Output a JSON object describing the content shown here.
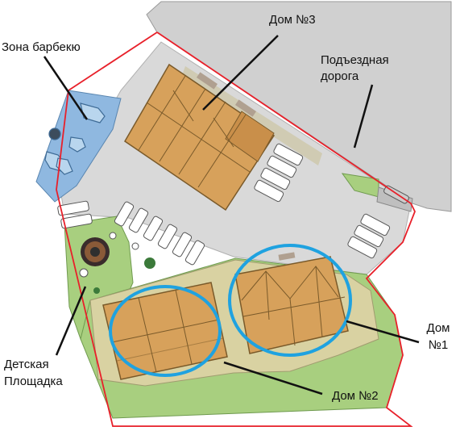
{
  "labels": {
    "bbq_zone": "Зона барбекю",
    "house3": "Дом №3",
    "access_road_line1": "Подъездная",
    "access_road_line2": "дорога",
    "house1_line1": "Дом",
    "house1_line2": "№1",
    "playground_line1": "Детская",
    "playground_line2": "Площадка",
    "house2": "Дом №2"
  },
  "colors": {
    "road": "#d0d0d0",
    "courtyard": "#d9d9d9",
    "lawn": "#a8cf7f",
    "roof": "#d7a15b",
    "roof_lines": "#7a5a2a",
    "plaza": "#d9d2a2",
    "pool_area": "#8fb8e0",
    "boundary": "#e8202a",
    "highlight_circle": "#1fa2e0",
    "leader": "#111111"
  }
}
